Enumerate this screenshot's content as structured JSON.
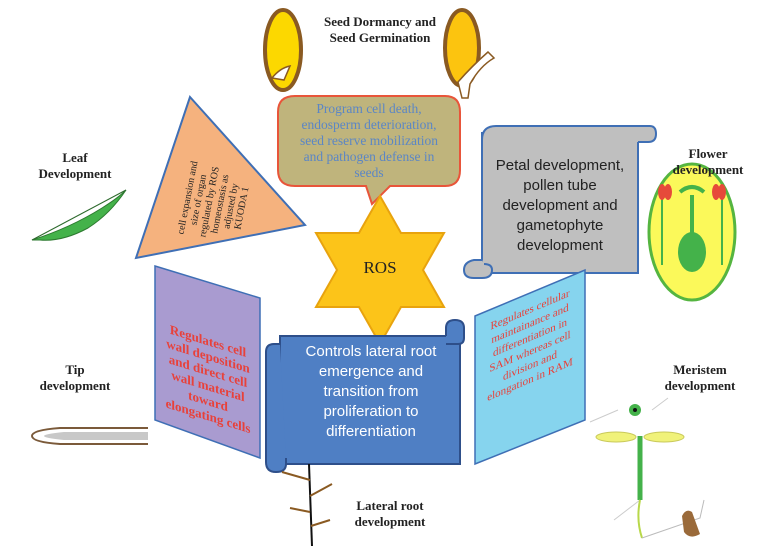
{
  "center": {
    "label": "ROS"
  },
  "labels": {
    "seed": [
      "Seed Dormancy and",
      "Seed Germination"
    ],
    "leaf": [
      "Leaf",
      "Development"
    ],
    "flower": [
      "Flower",
      "development"
    ],
    "tip": [
      "Tip",
      "development"
    ],
    "meristem": [
      "Meristem",
      "development"
    ],
    "lateral_root": [
      "Lateral root",
      "development"
    ]
  },
  "boxes": {
    "seed_bubble": [
      "Program cell death,",
      "endosperm deterioration,",
      "seed reserve mobilization",
      "and pathogen defense in",
      "seeds"
    ],
    "leaf_triangle": [
      "cell expansion and",
      "size of organ",
      "regulated by ROS",
      "homeostasis as",
      "adjusted by",
      "KUODA 1"
    ],
    "flower_scroll": [
      "Petal development,",
      "pollen tube",
      "development and",
      "gametophyte",
      "development"
    ],
    "tip_panel": [
      "Regulates cell",
      "wall deposition",
      "and direct cell",
      "wall material",
      "toward",
      "elongating cells"
    ],
    "root_scroll": [
      "Controls lateral root",
      "emergence and",
      "transition from",
      "proliferation to",
      "differentiation"
    ],
    "meristem_panel": [
      "Regulates cellular",
      "maintainance and",
      "differentiation in",
      "SAM whereas cell",
      "division and",
      "elongation in RAM"
    ]
  },
  "colors": {
    "star_fill": "#fcc419",
    "star_stroke": "#e8a30e",
    "bubble_fill": "#bfb47c",
    "bubble_stroke": "#e8553a",
    "triangle_fill": "#f5b27e",
    "triangle_stroke": "#3f6fb5",
    "grey_scroll_fill": "#bfbfbf",
    "scroll_stroke": "#3f6fb5",
    "purple_fill": "#a99bd0",
    "blue_scroll_fill": "#4f7fc4",
    "cyan_fill": "#86d4ee",
    "red_text": "#e8413a",
    "bubble_text": "#5b86c5"
  }
}
